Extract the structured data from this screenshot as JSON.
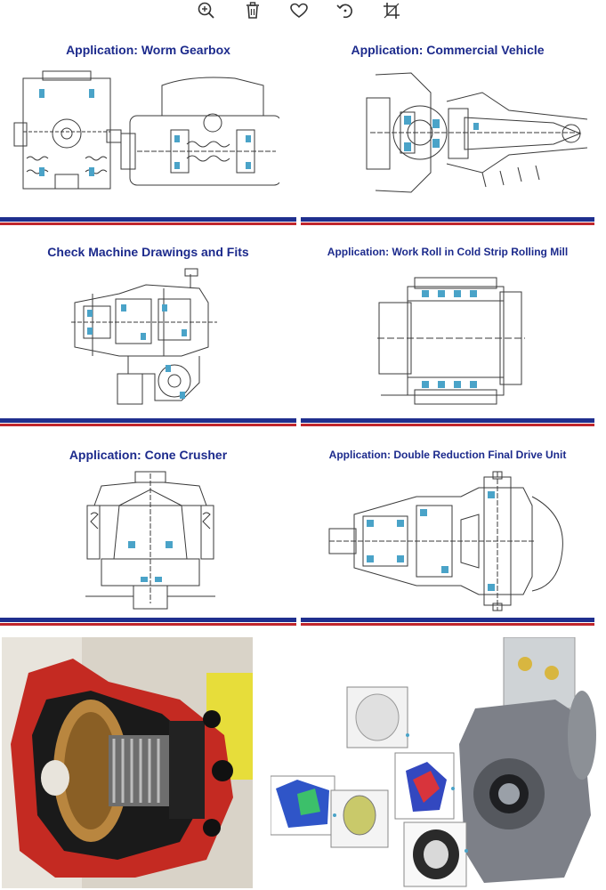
{
  "toolbar": {
    "icons": [
      "zoom-in-icon",
      "trash-icon",
      "heart-icon",
      "rotate-icon",
      "crop-icon"
    ]
  },
  "slides": [
    {
      "title": "Application: Worm Gearbox"
    },
    {
      "title": "Application: Commercial Vehicle"
    },
    {
      "title": "Check Machine Drawings and Fits"
    },
    {
      "title": "Application: Work Roll in Cold Strip Rolling Mill"
    },
    {
      "title": "Application: Cone Crusher"
    },
    {
      "title": "Application: Double Reduction Final Drive Unit"
    }
  ],
  "colors": {
    "title": "#1c2a8c",
    "bar_blue": "#1f2f8e",
    "bar_red": "#c0262c",
    "cutaway_red": "#c42a22",
    "drawing_line": "#3a3a3a",
    "bearing_blue": "#4aa3c8"
  }
}
